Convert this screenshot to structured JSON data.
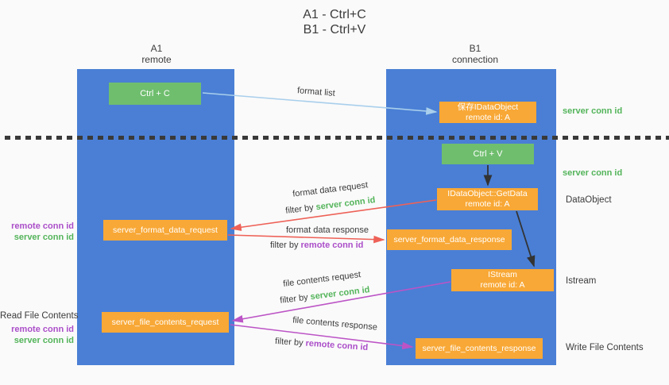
{
  "colors": {
    "background": "#fafafa",
    "column_blue": "#4a7fd5",
    "box_green": "#6fbe6e",
    "box_orange": "#f8a836",
    "box_text": "#ffffff",
    "text_dark": "#3b3b3b",
    "text_green": "#53b45a",
    "text_purple": "#ab4ec9",
    "arrow_red": "#ee6157",
    "arrow_magenta": "#bc54c6",
    "arrow_blue": "#a9cfec",
    "arrow_black": "#333333",
    "divider": "#3a3a3a"
  },
  "title": {
    "line1": "A1 - Ctrl+C",
    "line2": "B1 - Ctrl+V"
  },
  "lanes": {
    "left": {
      "title": "A1",
      "subtitle": "remote"
    },
    "right": {
      "title": "B1",
      "subtitle": "connection"
    }
  },
  "nodes": {
    "ctrl_c": {
      "label": "Ctrl + C"
    },
    "ctrl_v": {
      "label": "Ctrl + V"
    },
    "save_dataobject": {
      "line1": "保存IDataObject",
      "line2": "remote id: A"
    },
    "getdata": {
      "line1": "IDataObject::GetData",
      "line2": "remote id: A"
    },
    "istream": {
      "line1": "IStream",
      "line2": "remote id: A"
    },
    "format_request": {
      "label": "server_format_data_request"
    },
    "format_response": {
      "label": "server_format_data_response"
    },
    "file_request": {
      "label": "server_file_contents_request"
    },
    "file_response": {
      "label": "server_file_contents_response"
    }
  },
  "annotations": {
    "server_conn_id_top": "server conn id",
    "server_conn_id_mid": "server conn id",
    "dataobject": "DataObject",
    "istream": "Istream",
    "write_file_contents": "Write File Contents",
    "read_file_contents": "Read File Contents",
    "left1_remote_conn_id": "remote conn id",
    "left1_server_conn_id": "server conn id",
    "left2_remote_conn_id": "remote conn id",
    "left2_server_conn_id": "server conn id"
  },
  "flow_labels": {
    "format_list": "format list",
    "format_data_request": "format data request",
    "filter_by_1": "filter by ",
    "filter_value_1": "server conn id",
    "format_data_response": "format data response",
    "filter_by_2": "filter by ",
    "filter_value_2": "remote conn id",
    "file_contents_request": "file contents request",
    "filter_by_3": "filter by ",
    "filter_value_3": "server conn id",
    "file_contents_response": "file contents response",
    "filter_by_4": "filter by ",
    "filter_value_4": "remote conn id"
  }
}
